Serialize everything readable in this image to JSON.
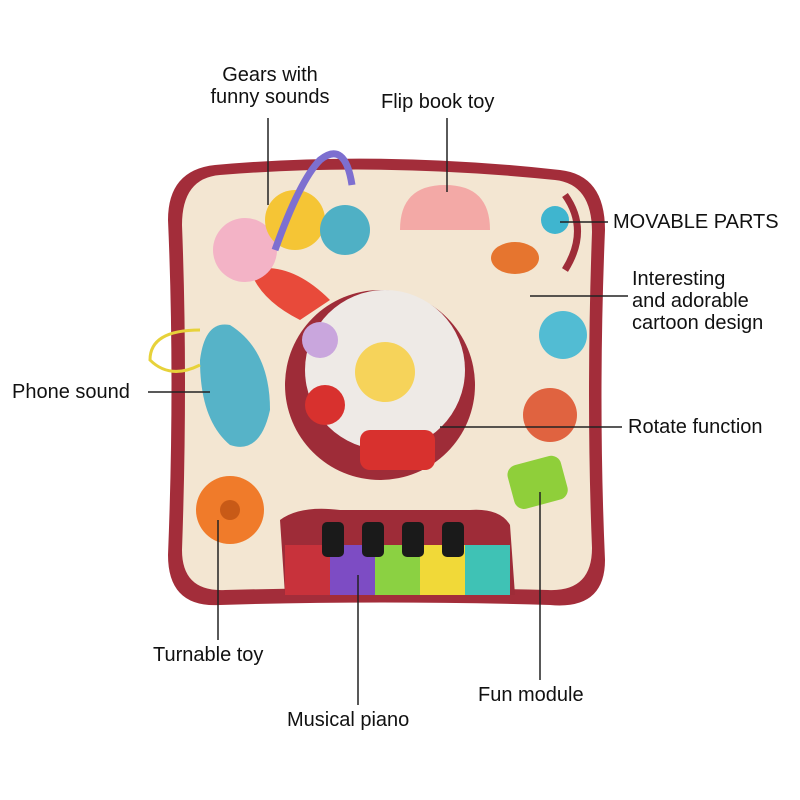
{
  "callouts": {
    "gears": [
      "Gears with",
      "funny sounds"
    ],
    "flip_book": "Flip book toy",
    "movable_parts": "MOVABLE PARTS",
    "cartoon": [
      "Interesting",
      "and adorable",
      "cartoon design"
    ],
    "phone": "Phone sound",
    "rotate": "Rotate function",
    "turnable": "Turnable toy",
    "piano": "Musical piano",
    "fun_module": "Fun module"
  },
  "colors": {
    "body_rim": "#a32d3a",
    "body_fill": "#f3e6d2",
    "line": "#222222"
  }
}
